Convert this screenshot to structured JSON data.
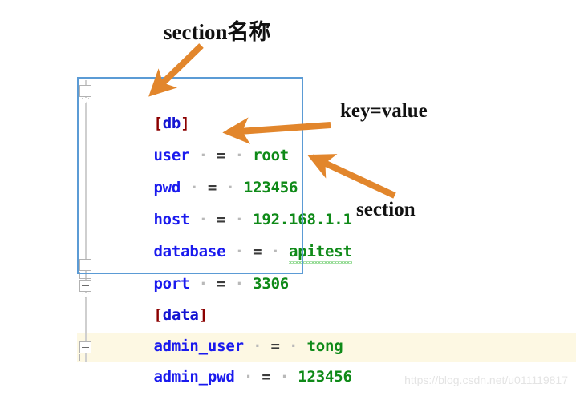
{
  "editor": {
    "current_line_index": 8,
    "colors": {
      "bracket": "#8b0000",
      "section_name": "#1414d2",
      "key": "#1a1aee",
      "equals": "#3b3b3b",
      "value": "#0f8a18",
      "selection_border": "#5b9bd5",
      "current_line_bg": "#fdf8e3",
      "annotation_arrow": "#e2862c",
      "gutter_rail": "#cfcfcf"
    },
    "lines": [
      {
        "type": "section",
        "bracket_open": "[",
        "name": "db",
        "bracket_close": "]"
      },
      {
        "type": "pair",
        "key": "user",
        "eq": "=",
        "value": "root"
      },
      {
        "type": "pair",
        "key": "pwd",
        "eq": "=",
        "value": "123456"
      },
      {
        "type": "pair",
        "key": "host",
        "eq": "=",
        "value": "192.168.1.1"
      },
      {
        "type": "pair",
        "key": "database",
        "eq": "=",
        "value": "apitest",
        "spellcheck_underline": true
      },
      {
        "type": "pair",
        "key": "port",
        "eq": "=",
        "value": "3306"
      },
      {
        "type": "section",
        "bracket_open": "[",
        "name": "data",
        "bracket_close": "]"
      },
      {
        "type": "pair",
        "key": "admin_user",
        "eq": "=",
        "value": "tong"
      },
      {
        "type": "pair",
        "key": "admin_pwd",
        "eq": "=",
        "value": "123456"
      }
    ]
  },
  "annotations": {
    "section_name_label": "section名称",
    "key_value_label": "key=value",
    "section_label": "section"
  },
  "watermark": {
    "text": "https://blog.csdn.net/u011119817"
  }
}
